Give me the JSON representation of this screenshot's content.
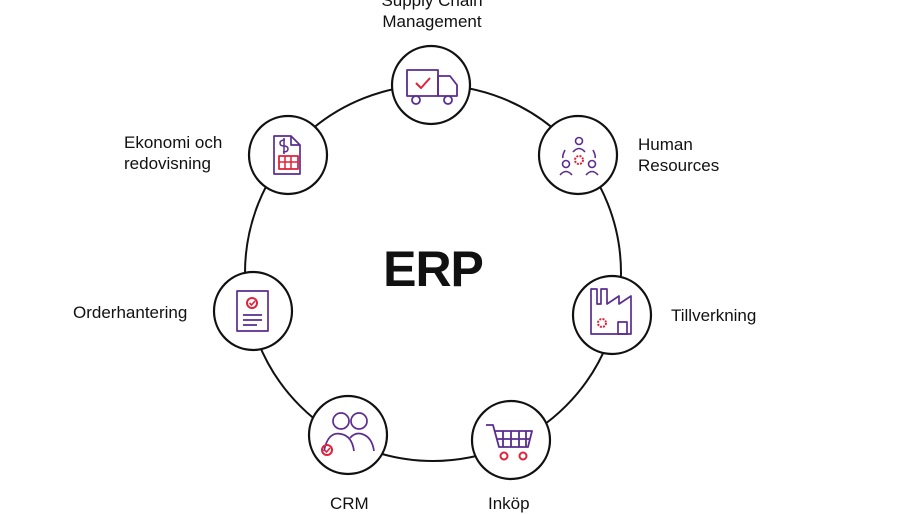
{
  "center_title": "ERP",
  "colors": {
    "line": "#111111",
    "icon_purple": "#5b2d90",
    "icon_red": "#e0223b",
    "background": "#ffffff"
  },
  "nodes": [
    {
      "label": "Supply Chain\nManagement",
      "icon": "delivery-truck-icon"
    },
    {
      "label": "Human\nResources",
      "icon": "people-network-icon"
    },
    {
      "label": "Tillverkning",
      "icon": "factory-icon"
    },
    {
      "label": "Inköp",
      "icon": "shopping-cart-icon"
    },
    {
      "label": "CRM",
      "icon": "customers-icon"
    },
    {
      "label": "Orderhantering",
      "icon": "order-document-icon"
    },
    {
      "label": "Ekonomi och\nredovisning",
      "icon": "invoice-icon"
    }
  ]
}
